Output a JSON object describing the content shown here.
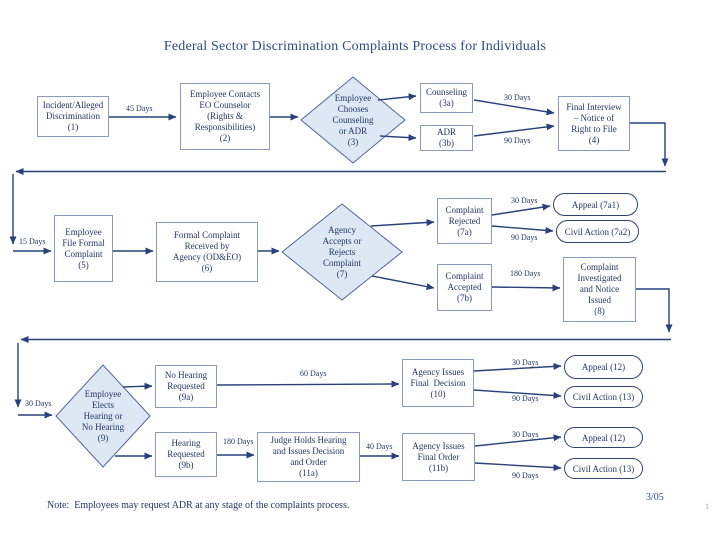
{
  "title": "Federal Sector Discrimination Complaints Process for Individuals",
  "footer": {
    "note": "Note:  Employees may request ADR at any stage of the complaints process.",
    "date": "3/05",
    "page_number": "1"
  },
  "colors": {
    "title_text": "#2a4b85",
    "node_text": "#1f3765",
    "box_border": "#8a9cbb",
    "diamond_fill": "#dee8f5",
    "diamond_border": "#4f6898",
    "oval_border": "#2f4470",
    "arrow": "#27417b",
    "background": "#ffffff"
  },
  "nodes": {
    "n1": "Incident/Alleged\nDiscrimination\n(1)",
    "n2": "Employee Contacts\nEO Counselor\n(Rights &\nResponsibilities)\n(2)",
    "n3": "Employee\nChooses\nCounseling\nor ADR\n(3)",
    "n3a": "Counseling\n(3a)",
    "n3b": "ADR\n(3b)",
    "n4": "Final Interview\n– Notice of\nRight to File\n(4)",
    "n5": "Employee\nFile Formal\nComplaint\n(5)",
    "n6": "Formal Complaint\nReceived by\nAgency (OD&EO)\n(6)",
    "n7": "Agency\nAccepts or\nRejects\nComplaint\n(7)",
    "n7a": "Complaint\nRejected\n(7a)",
    "n7a1": "Appeal (7a1)",
    "n7a2": "Civil Action (7a2)",
    "n7b": "Complaint\nAccepted\n(7b)",
    "n8": "Complaint\nInvestigated\nand Notice\nIssued\n(8)",
    "n9": "Employee\nElects\nHearing or\nNo Hearing\n(9)",
    "n9a": "No Hearing\nRequested\n(9a)",
    "n9b": "Hearing\nRequested\n(9b)",
    "n10": "Agency Issues\nFinal  Decision\n(10)",
    "n11a": "Judge Holds Hearing\nand Issues Decision\nand Order\n(11a)",
    "n11b": "Agency Issues\nFinal Order\n(11b)",
    "n12_top": "Appeal (12)",
    "n13_top": "Civil Action (13)",
    "n12_bot": "Appeal (12)",
    "n13_bot": "Civil Action (13)"
  },
  "edge_labels": {
    "e1_2": "45 Days",
    "e3a_4": "30 Days",
    "e3b_4": "90 Days",
    "e4_5": "15 Days",
    "e7a_appeal": "30 Days",
    "e7a_civil": "90 Days",
    "e7b_8": "180 Days",
    "e8_9": "30 Days",
    "e9a_10": "60 Days",
    "e9b_11a": "180 Days",
    "e11a_11b": "40 Days",
    "e10_appeal": "30 Days",
    "e10_civil": "90 Days",
    "e11b_appeal": "30 Days",
    "e11b_civil": "90 Days"
  }
}
